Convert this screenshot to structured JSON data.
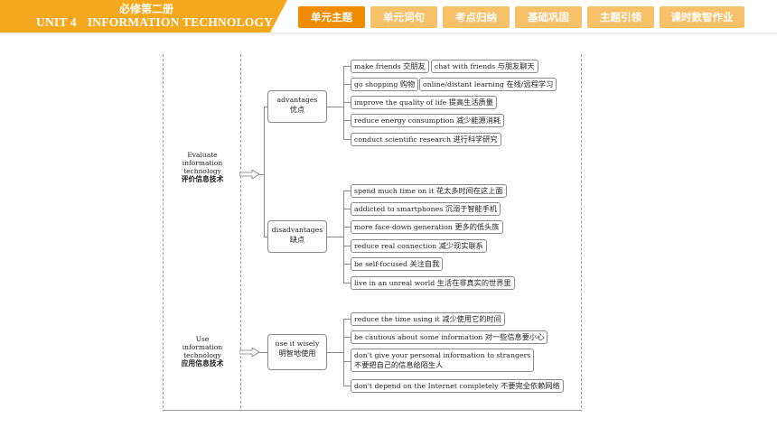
{
  "header": {
    "book": "必修第二册",
    "unit": "UNIT 4",
    "unit_title": "INFORMATION TECHNOLOGY",
    "accent": "#f3a81e"
  },
  "tabs": [
    {
      "label": "单元主题",
      "active": true
    },
    {
      "label": "单元词句",
      "active": false
    },
    {
      "label": "考点归纳",
      "active": false
    },
    {
      "label": "基础巩固",
      "active": false
    },
    {
      "label": "主题引领",
      "active": false
    },
    {
      "label": "课时数智作业",
      "active": false
    }
  ],
  "mindmap": {
    "evaluate": {
      "en": "Evaluate information technology",
      "zh": "评价信息技术"
    },
    "use": {
      "en": "Use information technology",
      "zh": "应用信息技术"
    },
    "advantages": {
      "en": "advantages",
      "zh": "优点",
      "items": [
        {
          "en": "make friends",
          "zh": "交朋友"
        },
        {
          "en": "chat with friends",
          "zh": "与朋友聊天"
        },
        {
          "en": "go shopping",
          "zh": "购物"
        },
        {
          "en": "online/distant learning",
          "zh": "在线/远程学习"
        },
        {
          "en": "improve the quality of life",
          "zh": "提高生活质量"
        },
        {
          "en": "reduce energy consumption",
          "zh": "减少能源消耗"
        },
        {
          "en": "conduct scientific research",
          "zh": "进行科学研究"
        }
      ]
    },
    "disadvantages": {
      "en": "disadvantages",
      "zh": "缺点",
      "items": [
        {
          "en": "spend much time on it",
          "zh": "花太多时间在这上面"
        },
        {
          "en": "addicted to smartphones",
          "zh": "沉溺于智能手机"
        },
        {
          "en": "more face-down generation",
          "zh": "更多的低头族"
        },
        {
          "en": "reduce real connection",
          "zh": "减少现实联系"
        },
        {
          "en": "be self-focused",
          "zh": "关注自我"
        },
        {
          "en": "live in an unreal world",
          "zh": "生活在非真实的世界里"
        }
      ]
    },
    "wisely": {
      "en": "use it wisely",
      "zh": "明智地使用",
      "items": [
        {
          "en": "reduce the time using it",
          "zh": "减少使用它的时间"
        },
        {
          "en": "be cautious about some information",
          "zh": "对一些信息要小心"
        },
        {
          "en": "don't give your personal information to strangers",
          "zh": "不要把自己的信息给陌生人"
        },
        {
          "en": "don't depend on the Internet completely",
          "zh": "不要完全依赖网络"
        }
      ]
    }
  }
}
